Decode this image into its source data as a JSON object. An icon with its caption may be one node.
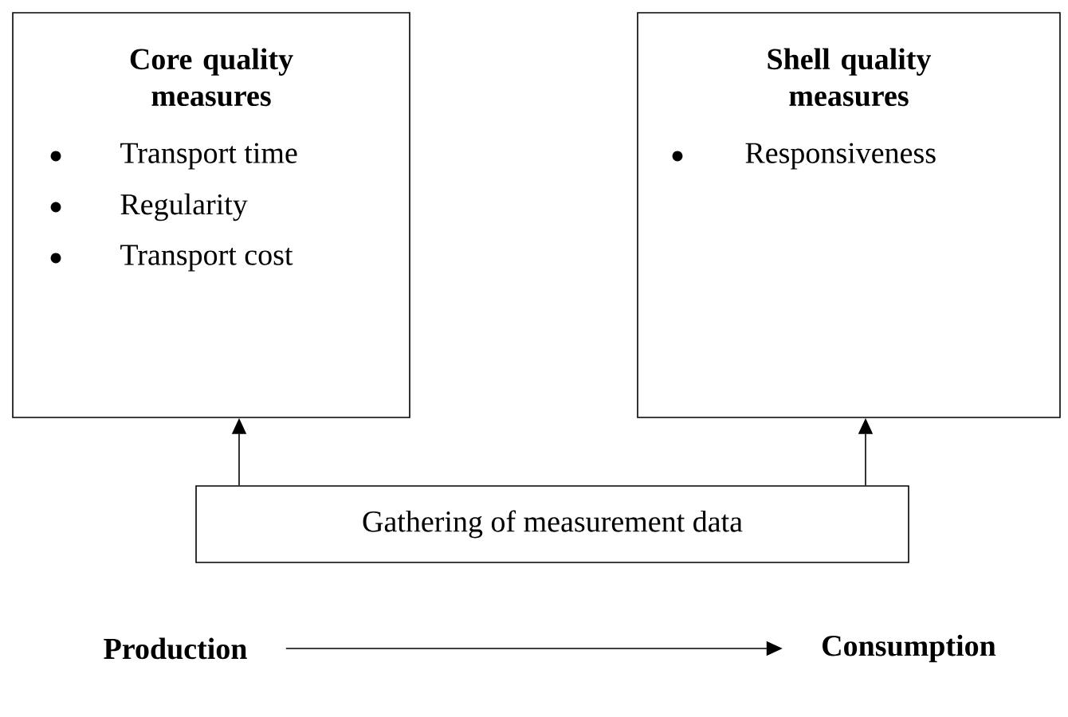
{
  "diagram": {
    "nodes": [
      {
        "text": [
          "Core quality measures",
          "Transport time",
          "Regularity",
          "Transport cost"
        ]
      },
      {
        "text": [
          "Shell quality measures",
          "Responsiveness"
        ]
      },
      {
        "text": [
          "Gathering of measurement data"
        ]
      },
      {
        "text": [
          "Production"
        ]
      },
      {
        "text": [
          "Consumption"
        ]
      }
    ],
    "edges": [
      {
        "from": 2,
        "to": 0,
        "arrow": "to"
      },
      {
        "from": 2,
        "to": 1,
        "arrow": "to"
      },
      {
        "from": 3,
        "to": 4,
        "arrow": "to"
      }
    ]
  }
}
